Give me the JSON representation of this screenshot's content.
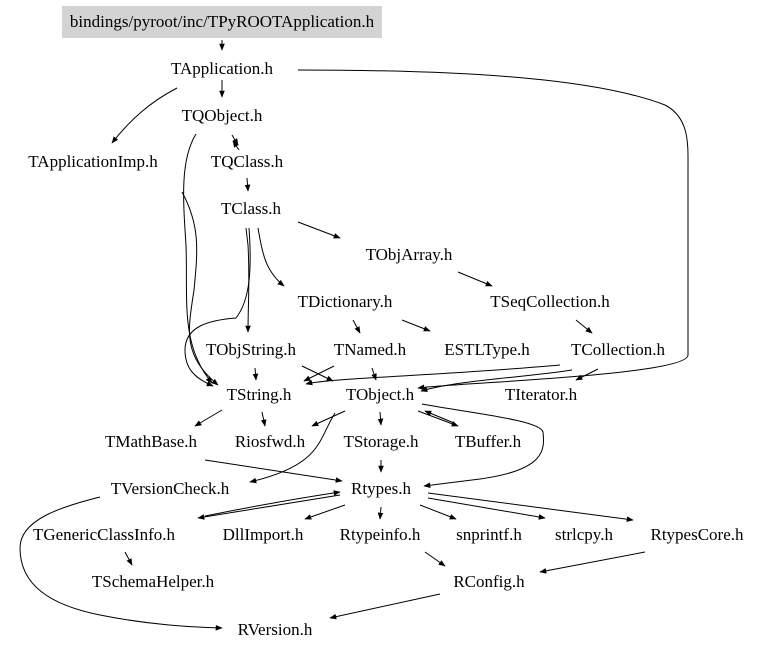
{
  "root": "bindings/pyroot/inc/TPyROOTApplication.h",
  "nodes": [
    "TApplication.h",
    "TQObject.h",
    "TApplicationImp.h",
    "TQClass.h",
    "TClass.h",
    "TObjArray.h",
    "TDictionary.h",
    "TSeqCollection.h",
    "TObjString.h",
    "TNamed.h",
    "ESTLType.h",
    "TCollection.h",
    "TString.h",
    "TObject.h",
    "TIterator.h",
    "TMathBase.h",
    "Riosfwd.h",
    "TStorage.h",
    "TBuffer.h",
    "TVersionCheck.h",
    "Rtypes.h",
    "TGenericClassInfo.h",
    "DllImport.h",
    "Rtypeinfo.h",
    "snprintf.h",
    "strlcpy.h",
    "RtypesCore.h",
    "TSchemaHelper.h",
    "RConfig.h",
    "RVersion.h"
  ],
  "edges": [
    [
      "root",
      "TApplication.h"
    ],
    [
      "TApplication.h",
      "TQObject.h"
    ],
    [
      "TApplication.h",
      "TApplicationImp.h"
    ],
    [
      "TApplication.h",
      "TObject.h"
    ],
    [
      "TQObject.h",
      "TQClass.h"
    ],
    [
      "TQObject.h",
      "TString.h"
    ],
    [
      "TQClass.h",
      "TQObject.h"
    ],
    [
      "TQClass.h",
      "TClass.h"
    ],
    [
      "TApplicationImp.h",
      "TString.h"
    ],
    [
      "TClass.h",
      "TObjArray.h"
    ],
    [
      "TClass.h",
      "TDictionary.h"
    ],
    [
      "TClass.h",
      "TObjString.h"
    ],
    [
      "TClass.h",
      "TString.h"
    ],
    [
      "TObjArray.h",
      "TSeqCollection.h"
    ],
    [
      "TSeqCollection.h",
      "TCollection.h"
    ],
    [
      "TDictionary.h",
      "TNamed.h"
    ],
    [
      "TDictionary.h",
      "ESTLType.h"
    ],
    [
      "TObjString.h",
      "TString.h"
    ],
    [
      "TObjString.h",
      "TObject.h"
    ],
    [
      "TNamed.h",
      "TObject.h"
    ],
    [
      "TNamed.h",
      "TString.h"
    ],
    [
      "TCollection.h",
      "TObject.h"
    ],
    [
      "TCollection.h",
      "TIterator.h"
    ],
    [
      "TCollection.h",
      "TString.h"
    ],
    [
      "TObject.h",
      "Riosfwd.h"
    ],
    [
      "TObject.h",
      "TStorage.h"
    ],
    [
      "TObject.h",
      "TBuffer.h"
    ],
    [
      "TObject.h",
      "TVersionCheck.h"
    ],
    [
      "TObject.h",
      "Rtypes.h"
    ],
    [
      "TBuffer.h",
      "TObject.h"
    ],
    [
      "TString.h",
      "TMathBase.h"
    ],
    [
      "TString.h",
      "Riosfwd.h"
    ],
    [
      "TMathBase.h",
      "Rtypes.h"
    ],
    [
      "TStorage.h",
      "Rtypes.h"
    ],
    [
      "TVersionCheck.h",
      "RVersion.h"
    ],
    [
      "Rtypes.h",
      "TGenericClassInfo.h"
    ],
    [
      "Rtypes.h",
      "DllImport.h"
    ],
    [
      "Rtypes.h",
      "Rtypeinfo.h"
    ],
    [
      "Rtypes.h",
      "snprintf.h"
    ],
    [
      "Rtypes.h",
      "strlcpy.h"
    ],
    [
      "Rtypes.h",
      "RtypesCore.h"
    ],
    [
      "TGenericClassInfo.h",
      "Rtypes.h"
    ],
    [
      "TGenericClassInfo.h",
      "TSchemaHelper.h"
    ],
    [
      "Rtypeinfo.h",
      "RConfig.h"
    ],
    [
      "RtypesCore.h",
      "RConfig.h"
    ],
    [
      "RConfig.h",
      "RVersion.h"
    ]
  ]
}
